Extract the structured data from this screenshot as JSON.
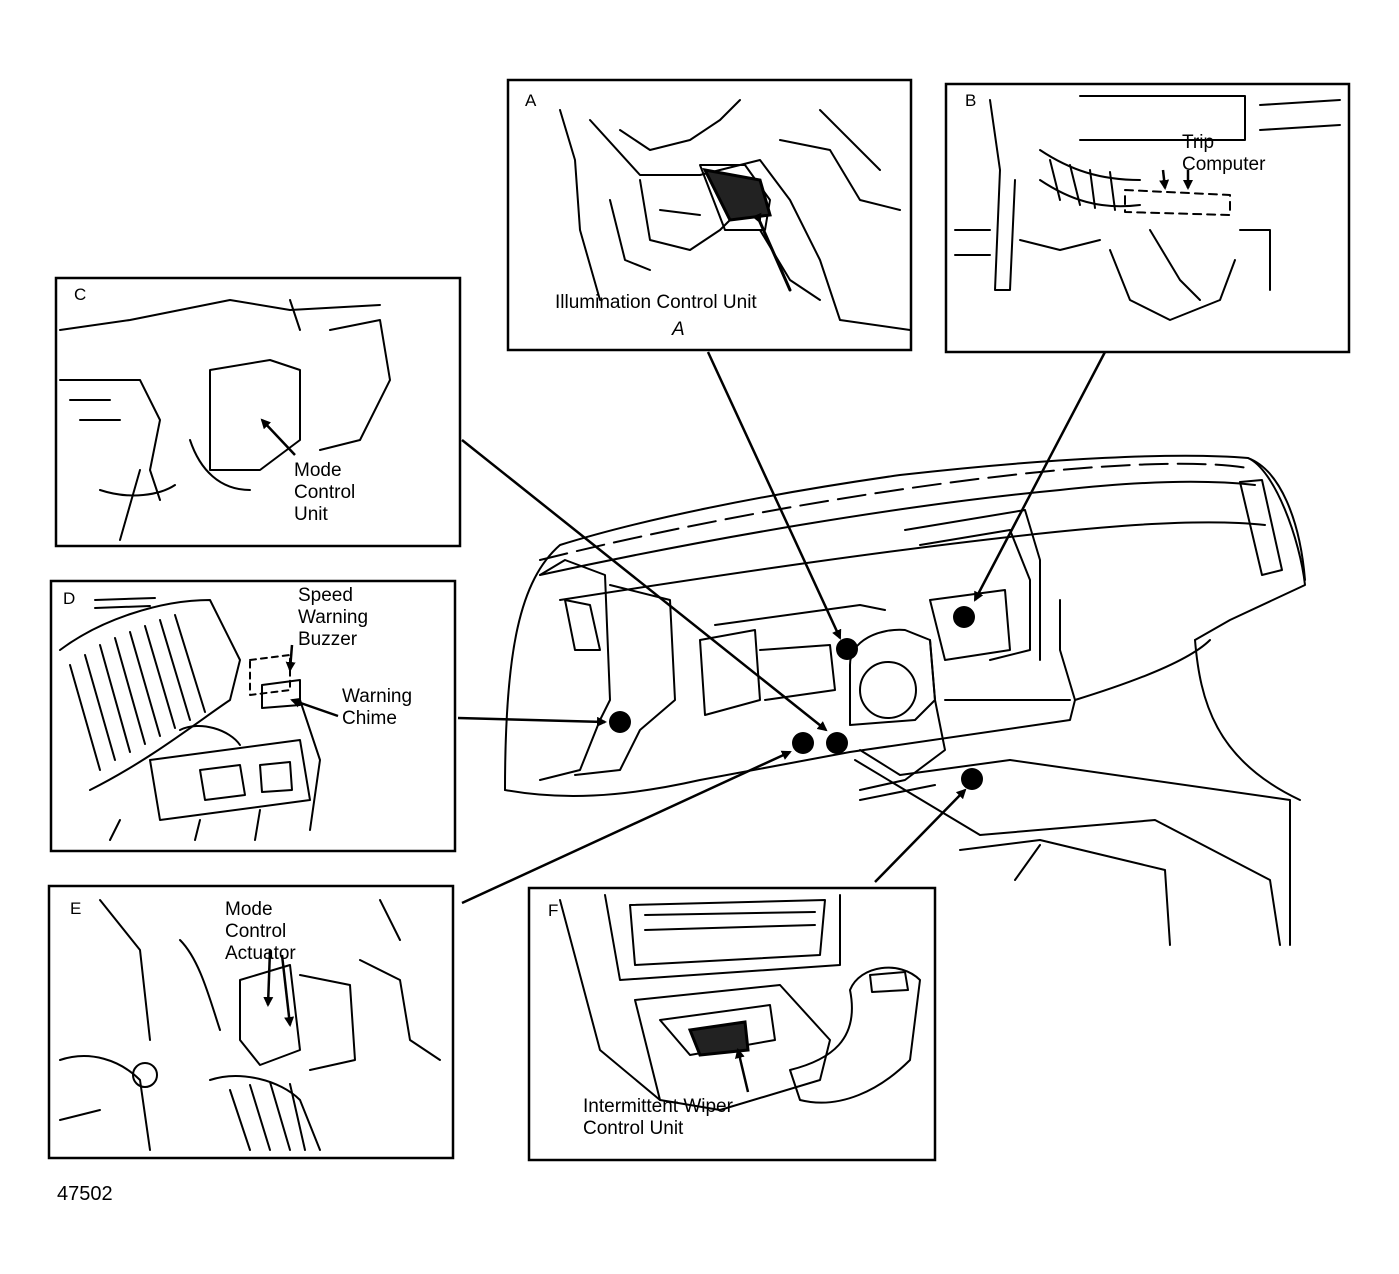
{
  "figure_number": "47502",
  "panels": [
    {
      "letter": "A",
      "label_lines": [
        "Illumination Control Unit"
      ],
      "sub_mark": "A"
    },
    {
      "letter": "B",
      "label_lines": [
        "Trip",
        "Computer"
      ]
    },
    {
      "letter": "C",
      "label_lines": [
        "Mode",
        "Control",
        "Unit"
      ]
    },
    {
      "letter": "D",
      "label_lines": [
        "Speed",
        "Warning",
        "Buzzer"
      ],
      "label2_lines": [
        "Warning",
        "Chime"
      ]
    },
    {
      "letter": "E",
      "label_lines": [
        "Mode",
        "Control",
        "Actuator"
      ]
    },
    {
      "letter": "F",
      "label_lines": [
        "Intermittent Wiper",
        "Control Unit"
      ]
    }
  ]
}
